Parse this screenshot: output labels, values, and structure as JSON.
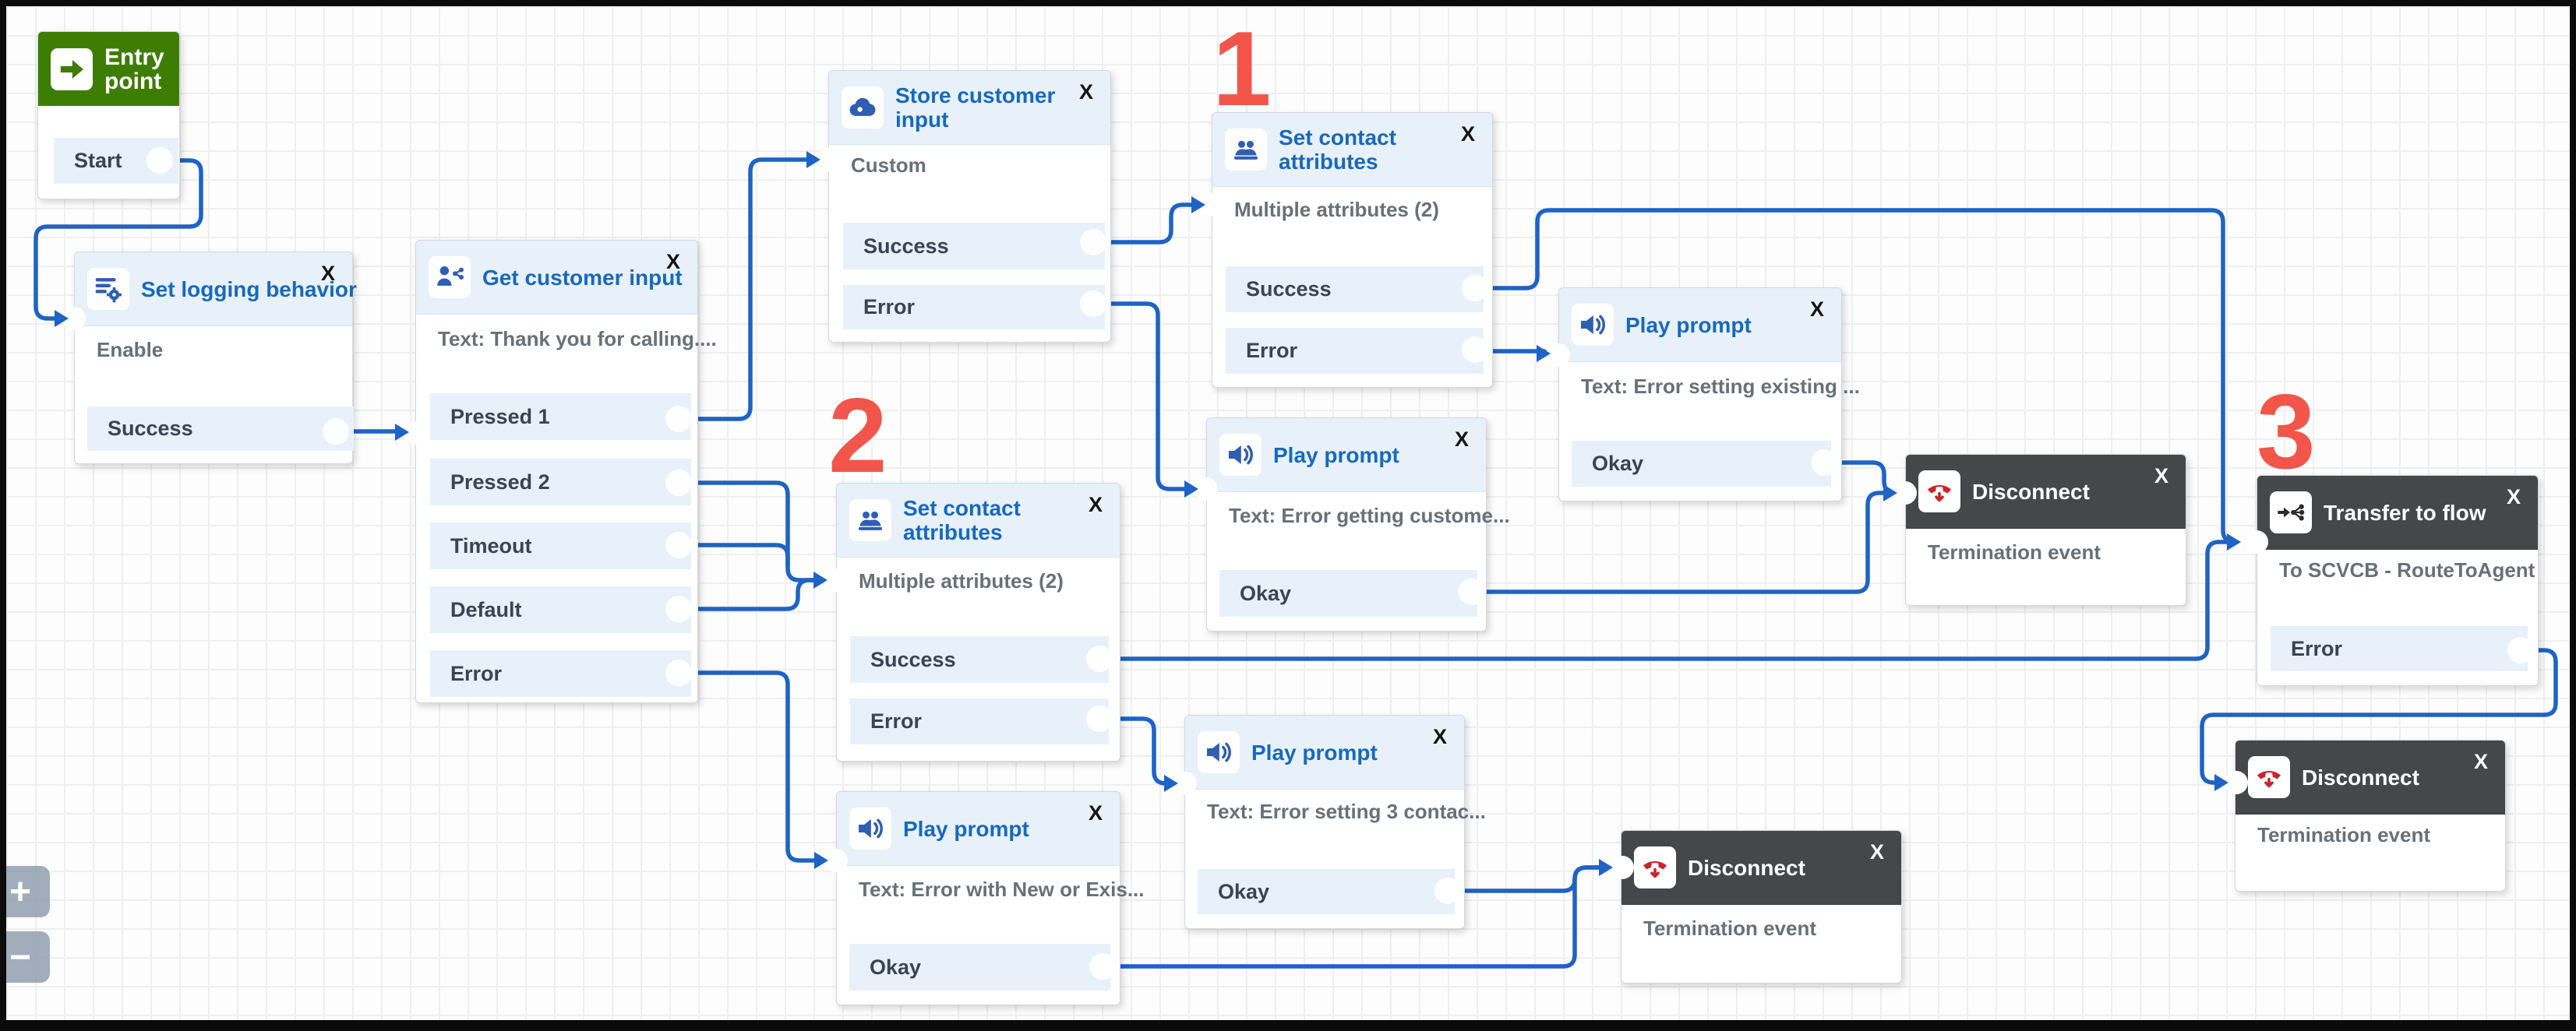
{
  "ui": {
    "close": "X",
    "zoom_in": "+",
    "zoom_out": "−"
  },
  "annotations": [
    "1",
    "2",
    "3"
  ],
  "colors": {
    "connector": "#1e63c5",
    "header_light": "#e8f1f9",
    "header_dark": "#454749",
    "header_green": "#3e7d04",
    "title_blue": "#1769bd",
    "annotation_red": "#f2554a",
    "disconnect_red": "#c9252b"
  },
  "blocks": {
    "entry": {
      "title": "Entry point",
      "rows": [
        "Start"
      ]
    },
    "set_logging": {
      "title": "Set logging behavior",
      "desc": "Enable",
      "rows": [
        "Success"
      ]
    },
    "get_input": {
      "title": "Get customer input",
      "desc": "Text: Thank you for calling....",
      "rows": [
        "Pressed 1",
        "Pressed 2",
        "Timeout",
        "Default",
        "Error"
      ]
    },
    "store_input": {
      "title": "Store customer input",
      "desc": "Custom",
      "rows": [
        "Success",
        "Error"
      ]
    },
    "sca1": {
      "title": "Set contact attributes",
      "desc": "Multiple attributes (2)",
      "rows": [
        "Success",
        "Error"
      ]
    },
    "sca2": {
      "title": "Set contact attributes",
      "desc": "Multiple attributes (2)",
      "rows": [
        "Success",
        "Error"
      ]
    },
    "play_existing": {
      "title": "Play prompt",
      "desc": "Text: Error setting existing ...",
      "rows": [
        "Okay"
      ]
    },
    "play_getting": {
      "title": "Play prompt",
      "desc": "Text: Error getting custome...",
      "rows": [
        "Okay"
      ]
    },
    "play_3contac": {
      "title": "Play prompt",
      "desc": "Text: Error setting 3 contac...",
      "rows": [
        "Okay"
      ]
    },
    "play_newexis": {
      "title": "Play prompt",
      "desc": "Text: Error with New or Exis...",
      "rows": [
        "Okay"
      ]
    },
    "disconnect1": {
      "title": "Disconnect",
      "desc": "Termination event"
    },
    "disconnect_mid": {
      "title": "Disconnect",
      "desc": "Termination event"
    },
    "disconnect_br": {
      "title": "Disconnect",
      "desc": "Termination event"
    },
    "transfer": {
      "title": "Transfer to flow",
      "desc": "To SCVCB - RouteToAgent",
      "rows": [
        "Error"
      ]
    }
  },
  "connections": [
    {
      "from": "entry",
      "output": "Start",
      "to": "set_logging"
    },
    {
      "from": "set_logging",
      "output": "Success",
      "to": "get_input"
    },
    {
      "from": "get_input",
      "output": "Pressed 1",
      "to": "store_input"
    },
    {
      "from": "get_input",
      "output": "Pressed 2",
      "to": "sca2"
    },
    {
      "from": "get_input",
      "output": "Timeout",
      "to": "sca2"
    },
    {
      "from": "get_input",
      "output": "Default",
      "to": "sca2"
    },
    {
      "from": "get_input",
      "output": "Error",
      "to": "play_newexis"
    },
    {
      "from": "store_input",
      "output": "Success",
      "to": "sca1"
    },
    {
      "from": "store_input",
      "output": "Error",
      "to": "play_getting"
    },
    {
      "from": "sca1",
      "output": "Success",
      "to": "transfer"
    },
    {
      "from": "sca1",
      "output": "Error",
      "to": "play_existing"
    },
    {
      "from": "play_existing",
      "output": "Okay",
      "to": "disconnect1"
    },
    {
      "from": "play_getting",
      "output": "Okay",
      "to": "disconnect1"
    },
    {
      "from": "sca2",
      "output": "Success",
      "to": "transfer"
    },
    {
      "from": "sca2",
      "output": "Error",
      "to": "play_3contac"
    },
    {
      "from": "play_3contac",
      "output": "Okay",
      "to": "disconnect_mid"
    },
    {
      "from": "play_newexis",
      "output": "Okay",
      "to": "disconnect_mid"
    },
    {
      "from": "transfer",
      "output": "Error",
      "to": "disconnect_br"
    }
  ]
}
